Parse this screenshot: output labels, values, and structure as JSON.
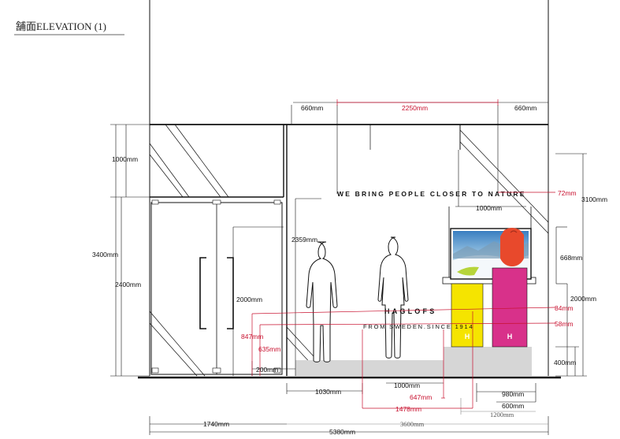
{
  "title": "舗面ELEVATION (1)",
  "slogan": "WE BRING PEOPLE CLOSER TO NATURE",
  "brand": "HAGLOFS",
  "tagline": "FROM SWEDEN.SINCE 1914",
  "dims": {
    "top_left": "660mm",
    "top_center": "2250mm",
    "top_right": "660mm",
    "left_1000": "1000mm",
    "left_3400": "3400mm",
    "left_2400": "2400mm",
    "door_2000": "2000mm",
    "inner_2359": "2359mm",
    "red_847": "847mm",
    "red_635": "635mm",
    "bottom_200": "200mm",
    "red_72": "72mm",
    "right_3100": "3100mm",
    "display_1000": "1000mm",
    "right_668": "668mm",
    "right_2000": "2000mm",
    "red_84": "84mm",
    "red_58": "58mm",
    "right_400": "400mm",
    "bottom_1030": "1030mm",
    "bottom_1000": "1000mm",
    "red_647": "647mm",
    "red_1478": "1478mm",
    "bottom_980": "980mm",
    "bottom_600": "600mm",
    "bottom_1200": "1200mm",
    "overall_1740": "1740mm",
    "overall_3600": "3600mm",
    "overall_5380": "5380mm"
  },
  "colors": {
    "dim_red": "#c8102e",
    "pedestal_yellow": "#f5e400",
    "pedestal_magenta": "#d8318a",
    "backpack_red": "#e8492c",
    "floor_grey": "#d6d6d6"
  }
}
